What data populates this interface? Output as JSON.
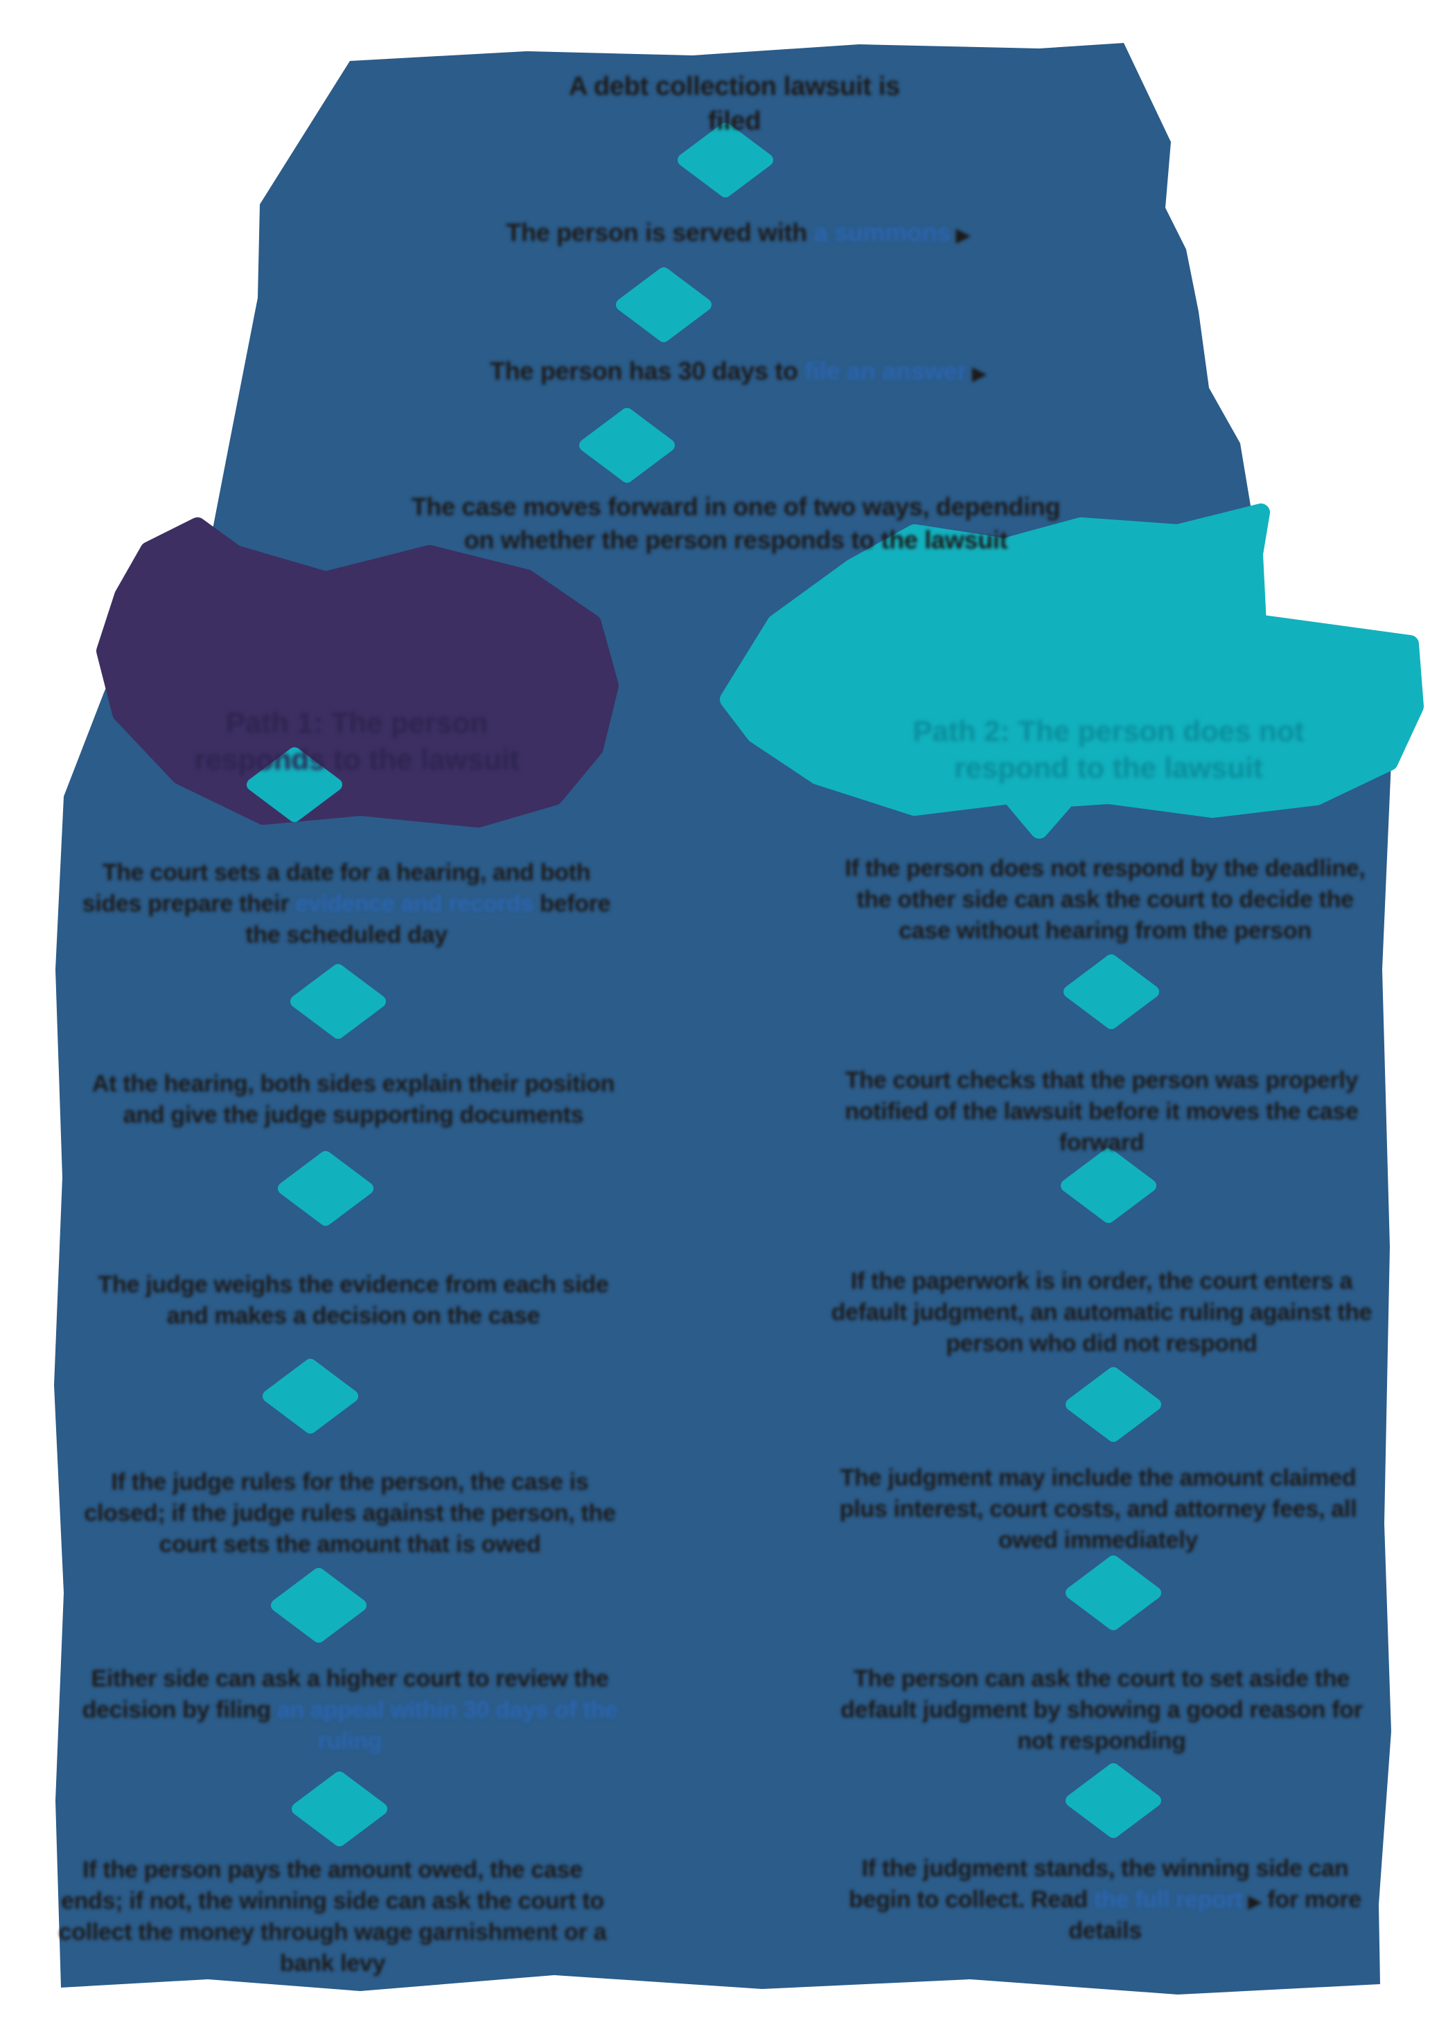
{
  "ui": {
    "link_arrow": "▶"
  },
  "colors": {
    "bg": "#2b5c8a",
    "teal": "#12b1be",
    "teal-dark": "#0a8d9b",
    "purple": "#3d2f62",
    "purple-dark": "#2e2450",
    "ink": "#1d1a19",
    "link": "#2a64ae",
    "paper": "#ffffff"
  },
  "flow": {
    "start": {
      "text": "A debt collection lawsuit is filed"
    },
    "step2": {
      "pre": "The person is served with ",
      "link": "a summons"
    },
    "step3": {
      "pre": "The person has 30 days to ",
      "link": "file an answer"
    },
    "step4": {
      "text": "The case moves forward in one of two ways, depending on whether the person responds to the lawsuit"
    },
    "paths": {
      "left": {
        "title": "Path 1: The person responds to the lawsuit",
        "steps": [
          {
            "pre": "The court sets a date for a hearing, and both sides prepare their ",
            "link": "evidence and records",
            "post": " before the scheduled day"
          },
          {
            "text": "At the hearing, both sides explain their position and give the judge supporting documents"
          },
          {
            "text": "The judge weighs the evidence from each side and makes a decision on the case"
          },
          {
            "text": "If the judge rules for the person, the case is closed; if the judge rules against the person, the court sets the amount that is owed"
          },
          {
            "pre": "Either side can ask a higher court to review the decision by filing ",
            "link": "an appeal within 30 days of the ruling"
          },
          {
            "text": "If the person pays the amount owed, the case ends; if not, the winning side can ask the court to collect the money through wage garnishment or a bank levy"
          }
        ]
      },
      "right": {
        "title": "Path 2: The person does not respond to the lawsuit",
        "steps": [
          {
            "text": "If the person does not respond by the deadline, the other side can ask the court to decide the case without hearing from the person"
          },
          {
            "text": "The court checks that the person was properly notified of the lawsuit before it moves the case forward"
          },
          {
            "text": "If the paperwork is in order, the court enters a default judgment, an automatic ruling against the person who did not respond"
          },
          {
            "text": "The judgment may include the amount claimed plus interest, court costs, and attorney fees, all owed immediately"
          },
          {
            "text": "The person can ask the court to set aside the default judgment by showing a good reason for not responding"
          },
          {
            "pre": "If the judgment stands, the winning side can begin to collect. Read ",
            "link": "the full report",
            "post": " for more details"
          }
        ]
      }
    }
  }
}
